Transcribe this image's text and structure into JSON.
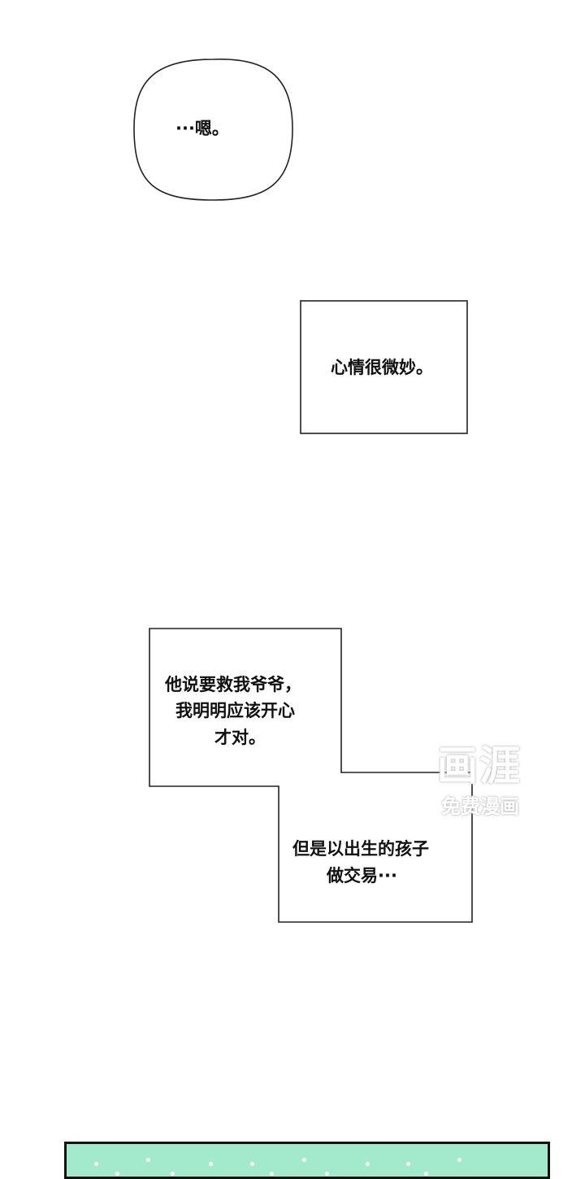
{
  "bubbles": [
    {
      "text": "···嗯。"
    },
    {
      "text": "心情很微妙。"
    },
    {
      "lines": [
        "他说要救我爷爷，",
        "我明明应该开心",
        "才对。"
      ]
    },
    {
      "lines": [
        "但是以出生的孩子",
        "做交易···"
      ]
    }
  ],
  "watermark": {
    "logo": "画涯",
    "subtitle": "免费漫画"
  },
  "colors": {
    "panel": "#a3e9cb",
    "ink": "#111111"
  }
}
